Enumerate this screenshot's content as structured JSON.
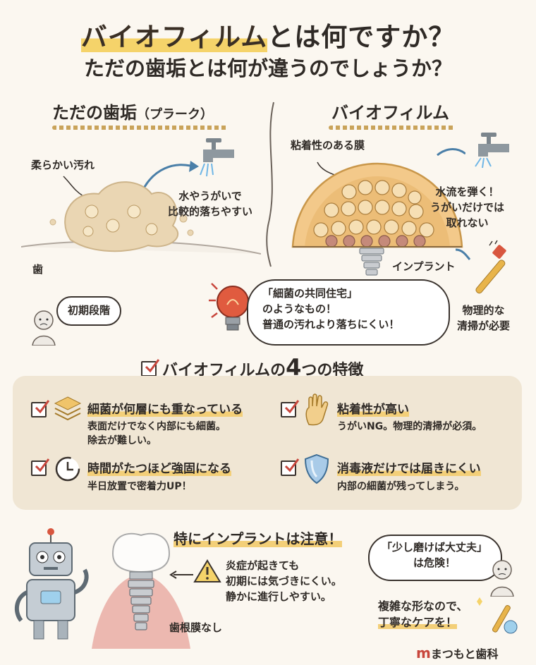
{
  "title": {
    "highlight": "バイオフィルム",
    "rest": "とは何ですか？",
    "subtitle": "ただの歯垢とは何が違うのでしょうか？"
  },
  "left_panel": {
    "heading": "ただの歯垢",
    "heading_note": "（プラーク）",
    "label_soft": "柔らかい汚れ",
    "label_water_line1": "水やうがいで",
    "label_water_line2": "比較的落ちやすい",
    "label_tooth": "歯",
    "stage_bubble": "初期段階"
  },
  "right_panel": {
    "heading": "バイオフィルム",
    "label_membrane": "粘着性のある膜",
    "label_water_line1": "水流を弾く！",
    "label_water_line2": "うがいだけでは",
    "label_water_line3": "取れない",
    "label_implant": "インプラント",
    "label_brush_line1": "物理的な",
    "label_brush_line2": "清掃が必要"
  },
  "idea_bubble": {
    "line1": "「細菌の共同住宅」",
    "line2": "のようなもの！",
    "line3": "普通の汚れより落ちにくい！"
  },
  "features": {
    "heading_pre": "バイオフィルムの",
    "heading_num": "4",
    "heading_post": "つの特徴",
    "items": [
      {
        "title": "細菌が何層にも重なっている",
        "desc1": "表面だけでなく内部にも細菌。",
        "desc2": "除去が難しい。",
        "icon": "layers-icon"
      },
      {
        "title": "粘着性が高い",
        "desc1": "うがいNG。物理的清掃が必須。",
        "desc2": "",
        "icon": "sticky-hand-icon"
      },
      {
        "title": "時間がたつほど強固になる",
        "desc1": "半日放置で密着力UP！",
        "desc2": "",
        "icon": "clock-icon"
      },
      {
        "title": "消毒液だけでは届きにくい",
        "desc1": "内部の細菌が残ってしまう。",
        "desc2": "",
        "icon": "shield-icon"
      }
    ]
  },
  "implant_section": {
    "heading": "特にインプラントは注意！",
    "warn_line1": "炎症が起きても",
    "warn_line2": "初期には気づきにくい。",
    "warn_line3": "静かに進行しやすい。",
    "label_no_ligament": "歯根膜なし",
    "bubble_line1": "「少し磨けば大丈夫」",
    "bubble_line2": "は危険！",
    "care_line1": "複雑な形なので、",
    "care_line2": "丁寧なケアを！"
  },
  "footer": {
    "logo_mark": "m",
    "clinic": "まつもと歯科"
  },
  "colors": {
    "accent_yellow": "#f5d36a",
    "panel_beige": "#f0e6d4",
    "check_red": "#c8463c",
    "gum_pink": "#e9a7a0"
  }
}
